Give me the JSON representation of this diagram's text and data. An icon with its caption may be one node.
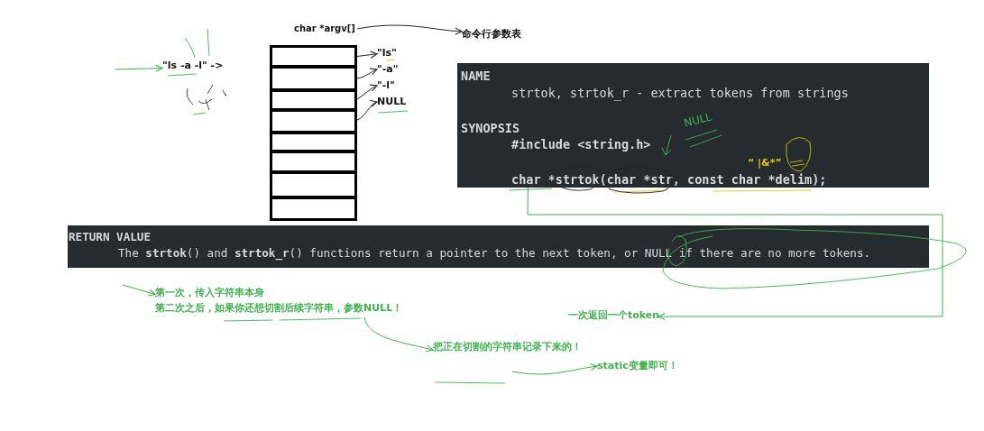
{
  "diagram": {
    "nodes": [
      {
        "text": [
          "\"ls -a -l\" ->"
        ]
      },
      {
        "text": [
          "char *argv[]"
        ]
      },
      {
        "text": [],
        "shape": "box",
        "in": 1
      },
      {
        "text": [],
        "shape": "box",
        "in": 1
      },
      {
        "text": [],
        "shape": "box",
        "in": 1
      },
      {
        "text": [],
        "shape": "box",
        "in": 1
      },
      {
        "text": [],
        "shape": "box",
        "in": 1
      },
      {
        "text": [],
        "shape": "box",
        "in": 1
      },
      {
        "text": [],
        "shape": "box",
        "in": 1
      },
      {
        "text": [],
        "shape": "box",
        "in": 1
      },
      {
        "text": [
          "\"ls\""
        ]
      },
      {
        "text": [
          "\"-a\""
        ]
      },
      {
        "text": [
          "\"-l\""
        ]
      },
      {
        "text": [
          "NULL"
        ]
      },
      {
        "text": [
          "命令行参数表"
        ]
      },
      {
        "text": [
          "NAME",
          "strtok, strtok_r - extract tokens from strings",
          "SYNOPSIS",
          "#include <string.h>",
          "char *strtok(char *str, const char *delim);"
        ]
      },
      {
        "text": [
          "RETURN VALUE",
          "The **strtok**() and **strtok_r**() functions return a pointer to the next token, or NULL if there are no more tokens."
        ]
      },
      {
        "text": [
          "第一次，传入字符串本身",
          "第二次之后，如果你还想切割后续字符串，参数NULL！"
        ]
      },
      {
        "text": [
          "一次返回一个token"
        ]
      },
      {
        "text": [
          "把正在切割的字符串记录下来的！"
        ]
      },
      {
        "text": [
          "static变量即可！"
        ]
      }
    ],
    "edges": [
      {
        "from": null,
        "to": 0,
        "arrow": "to",
        "color": "#3cb44b"
      },
      {
        "from": 2,
        "to": 10,
        "arrow": "to",
        "color": "#222222"
      },
      {
        "from": 3,
        "to": 11,
        "arrow": "to",
        "color": "#222222"
      },
      {
        "from": 4,
        "to": 12,
        "arrow": "to",
        "color": "#222222"
      },
      {
        "from": 5,
        "to": 13,
        "arrow": "to",
        "color": "#222222"
      },
      {
        "from": 1,
        "to": 14,
        "arrow": "to",
        "color": "#222222"
      },
      {
        "from": null,
        "to": 17,
        "arrow": "to",
        "color": "#3cb44b"
      },
      {
        "from": 15,
        "to": 18,
        "arrow": "to",
        "color": "#3cb44b"
      },
      {
        "from": 17,
        "to": 19,
        "arrow": "to",
        "color": "#3cb44b"
      },
      {
        "from": 19,
        "to": 20,
        "arrow": "to",
        "color": "#3cb44b"
      }
    ],
    "labels": [
      "NULL",
      "“ |&*”"
    ]
  }
}
